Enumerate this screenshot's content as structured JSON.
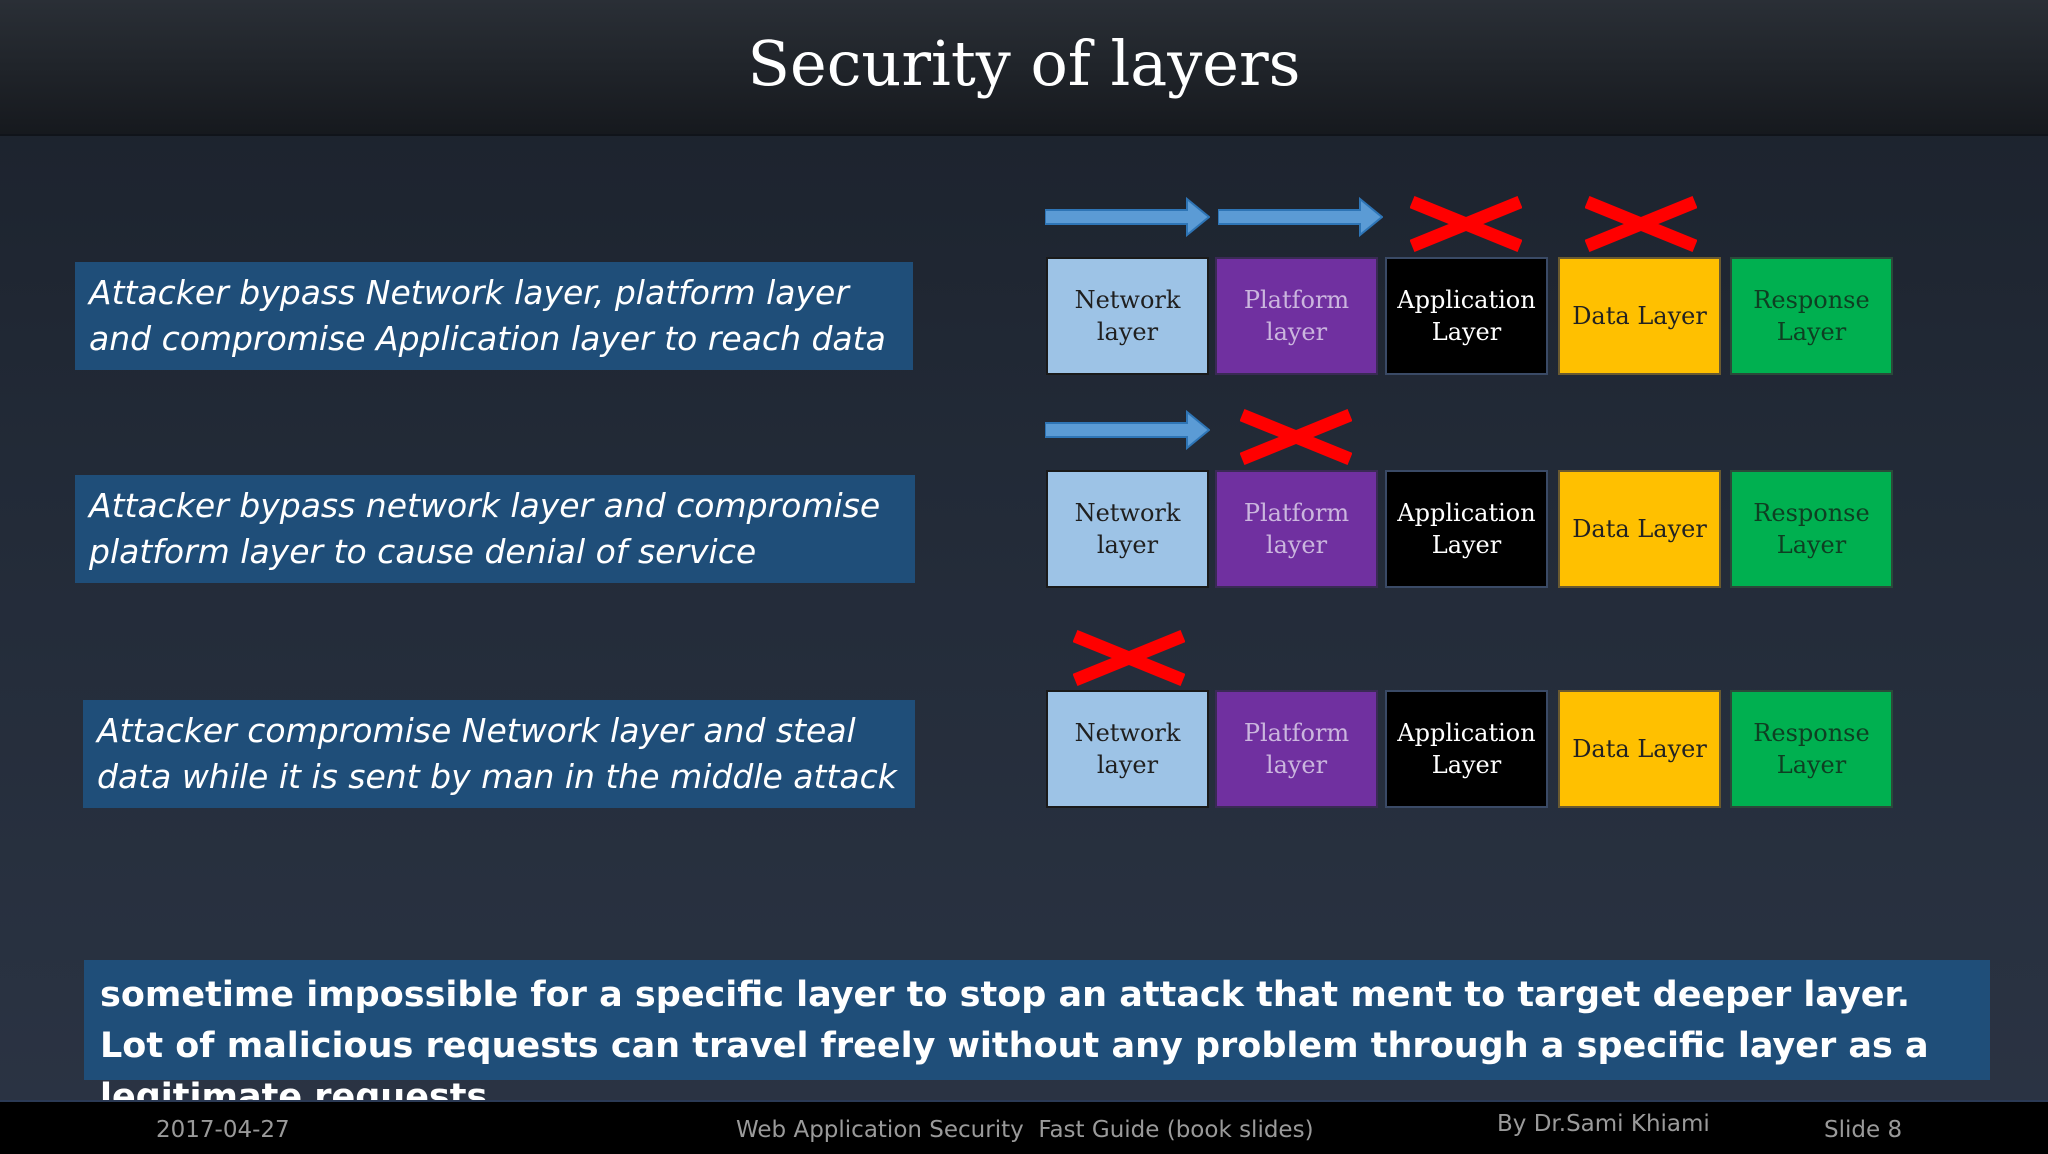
{
  "title": "Security of layers",
  "layer_labels": {
    "network": "Network\nlayer",
    "platform": "Platform\nlayer",
    "application": "Application\nLayer",
    "data": "Data Layer",
    "response": "Response\nLayer"
  },
  "scenarios": [
    {
      "text": "Attacker bypass Network layer, platform layer and compromise Application layer to reach data",
      "bypassed_layers": [
        "Network layer",
        "Platform layer"
      ],
      "blocked_layers": [
        "Application Layer",
        "Data Layer"
      ]
    },
    {
      "text": "Attacker bypass network layer and compromise platform layer to cause denial of service",
      "bypassed_layers": [
        "Network layer"
      ],
      "blocked_layers": [
        "Platform layer"
      ]
    },
    {
      "text": "Attacker compromise Network layer and steal data while it is sent by man in the middle attack",
      "bypassed_layers": [],
      "blocked_layers": [
        "Network layer"
      ]
    }
  ],
  "conclusion": "sometime impossible for a specific layer to stop an attack that ment to target deeper layer. Lot of malicious requests can travel freely without any problem through a specific layer as a legitimate requests",
  "footer": {
    "date": "2017-04-27",
    "book": "Web Application Security  Fast Guide (book slides)",
    "author": "By Dr.Sami Khiami",
    "slide": "Slide 8"
  },
  "colors": {
    "network": "#9dc3e6",
    "platform": "#7030a0",
    "application": "#000000",
    "data": "#ffc000",
    "response": "#00b050",
    "arrow": "#5b9bd5",
    "cross": "#ff0000",
    "textbox": "#1f4e79"
  },
  "icons": {
    "pass": "arrow-right-icon",
    "block": "red-x-icon"
  }
}
